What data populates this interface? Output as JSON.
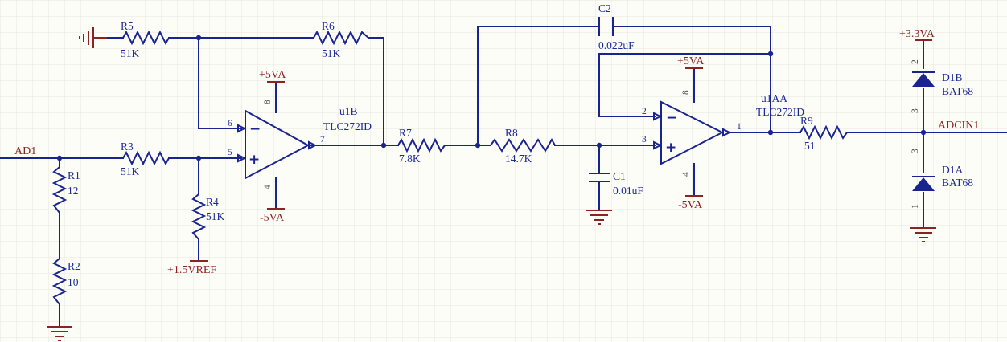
{
  "nets": {
    "ad1": "AD1",
    "adcin1": "ADCIN1",
    "p5va_u1b": "+5VA",
    "m5va_u1b": "-5VA",
    "p5va_u1aa": "+5VA",
    "m5va_u1aa": "-5VA",
    "vref": "+1.5VREF",
    "p3v3a": "+3.3VA"
  },
  "resistors": {
    "r1": {
      "ref": "R1",
      "value": "12"
    },
    "r2": {
      "ref": "R2",
      "value": "10"
    },
    "r3": {
      "ref": "R3",
      "value": "51K"
    },
    "r4": {
      "ref": "R4",
      "value": "51K"
    },
    "r5": {
      "ref": "R5",
      "value": "51K"
    },
    "r6": {
      "ref": "R6",
      "value": "51K"
    },
    "r7": {
      "ref": "R7",
      "value": "7.8K"
    },
    "r8": {
      "ref": "R8",
      "value": "14.7K"
    },
    "r9": {
      "ref": "R9",
      "value": "51"
    }
  },
  "capacitors": {
    "c1": {
      "ref": "C1",
      "value": "0.01uF"
    },
    "c2": {
      "ref": "C2",
      "value": "0.022uF"
    }
  },
  "opamps": {
    "u1b": {
      "ref": "u1B",
      "part": "TLC272ID",
      "pins": {
        "inv": "6",
        "noninv": "5",
        "out": "7",
        "vp": "8",
        "vn": "4"
      }
    },
    "u1aa": {
      "ref": "u1AA",
      "part": "TLC272ID",
      "pins": {
        "inv": "2",
        "noninv": "3",
        "out": "1",
        "vp": "8",
        "vn": "4"
      }
    }
  },
  "diodes": {
    "d1b": {
      "ref": "D1B",
      "part": "BAT68",
      "pins": {
        "anode": "3",
        "cathode": "2"
      }
    },
    "d1a": {
      "ref": "D1A",
      "part": "BAT68",
      "pins": {
        "anode": "1",
        "cathode": "3"
      }
    }
  },
  "symbols": {
    "minus": "−",
    "plus": "+"
  }
}
